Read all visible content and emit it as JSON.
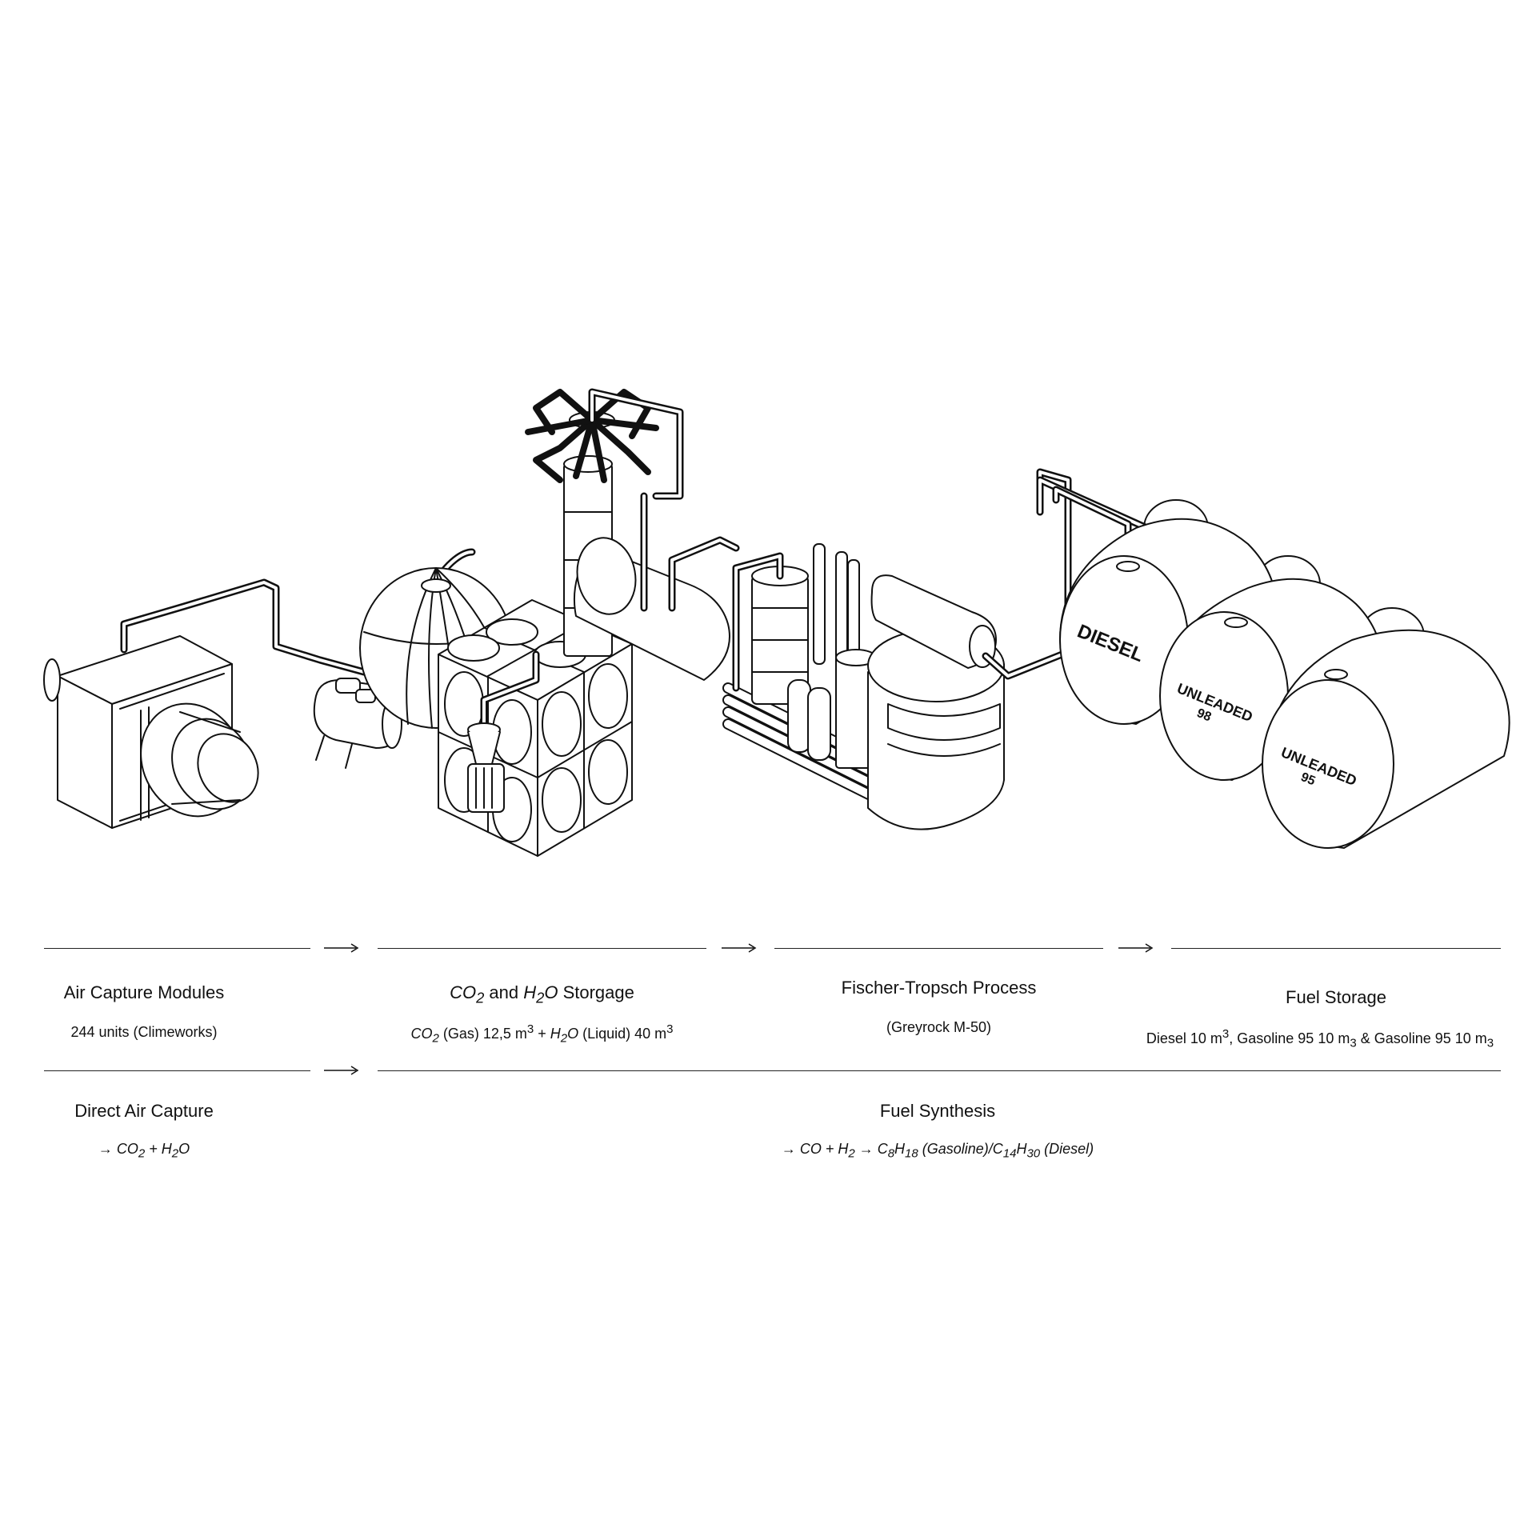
{
  "tank_labels": {
    "diesel": "DIESEL",
    "unleaded_a": "UNLEADED",
    "unleaded_a_grade": "98",
    "unleaded_b": "UNLEADED",
    "unleaded_b_grade": "95"
  },
  "stages": {
    "air_capture": {
      "title": "Air Capture Modules",
      "detail": "244 units (Climeworks)"
    },
    "storage": {
      "title_a": "CO",
      "title_a_sub": "2",
      "title_mid": " and ",
      "title_b": "H",
      "title_b_sub": "2",
      "title_b2": "O",
      "title_end": "  Storgage",
      "d1": "CO",
      "d1_sub": "2",
      "d2": " (Gas) 12,5 m",
      "d2_sup": "3",
      "d3": " + ",
      "d4": "H",
      "d4_sub": "2",
      "d4b": "O",
      "d5": "  (Liquid) 40 m",
      "d5_sup": "3"
    },
    "fischer": {
      "title": "Fischer-Tropsch Process",
      "detail": "(Greyrock M-50)"
    },
    "fuel_storage": {
      "title": "Fuel Storage",
      "d1": "Diesel 10 m",
      "d1_sup": "3",
      "d2": ", Gasoline 95 10 m",
      "d2_sub": "3",
      "d3": " & Gasoline 95 10 m",
      "d3_sub": "3"
    }
  },
  "phases": {
    "dac": {
      "title": "Direct Air Capture",
      "f1": "→ CO",
      "f1_sub": "2",
      "f2": " + H",
      "f2_sub": "2",
      "f3": "O"
    },
    "synthesis": {
      "title": "Fuel Synthesis",
      "f1": "→ CO + H",
      "f1_sub": "2",
      "f2": " → C",
      "f2_sub": "8",
      "f3": "H",
      "f3_sub": "18",
      "f4": " (Gasoline)/C",
      "f4_sub": "14",
      "f5": "H",
      "f5_sub": "30",
      "f6": " (Diesel)"
    }
  },
  "colors": {
    "ink": "#111111",
    "background": "#ffffff"
  }
}
